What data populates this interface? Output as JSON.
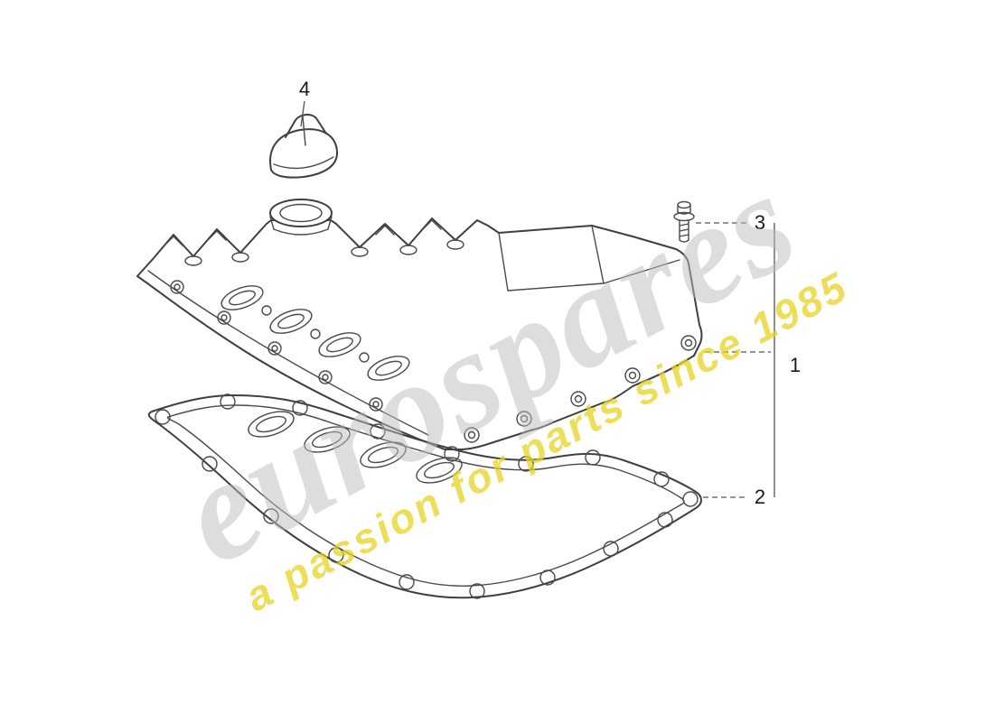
{
  "canvas": {
    "background": "#ffffff",
    "line_color": "#3f3f3f"
  },
  "watermark": {
    "brand": "eurospares",
    "tagline": "a passion for parts since 1985",
    "brand_color": "#bdbdbd",
    "tagline_color": "#e6d321"
  },
  "diagram": {
    "type": "exploded-parts-drawing",
    "parts": [
      {
        "callout": "1",
        "element": "cylinder-head-cover"
      },
      {
        "callout": "2",
        "element": "gasket"
      },
      {
        "callout": "3",
        "element": "bolt"
      },
      {
        "callout": "4",
        "element": "oil-filler-cap"
      }
    ],
    "callouts": {
      "c1": "1",
      "c2": "2",
      "c3": "3",
      "c4": "4"
    }
  }
}
